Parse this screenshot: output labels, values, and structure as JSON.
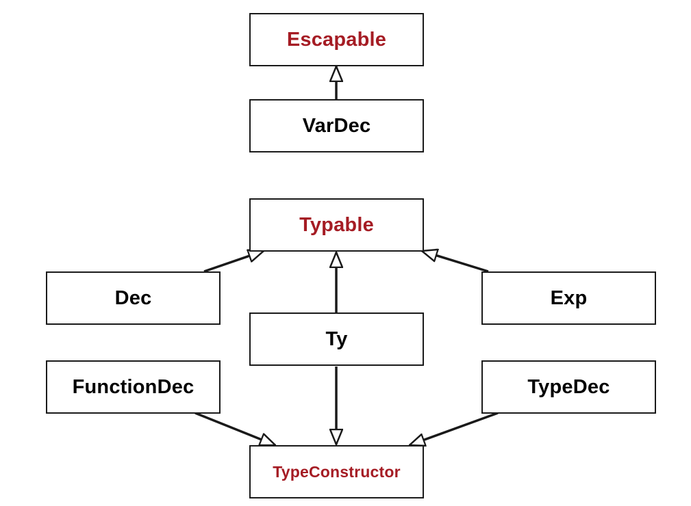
{
  "diagram": {
    "nodes": {
      "escapable": {
        "label": "Escapable"
      },
      "vardec": {
        "label": "VarDec"
      },
      "typable": {
        "label": "Typable"
      },
      "dec": {
        "label": "Dec"
      },
      "exp": {
        "label": "Exp"
      },
      "ty": {
        "label": "Ty"
      },
      "functiondec": {
        "label": "FunctionDec"
      },
      "typedec": {
        "label": "TypeDec"
      },
      "typeconstructor": {
        "label": "TypeConstructor"
      }
    },
    "edges": [
      {
        "from": "VarDec",
        "to": "Escapable",
        "head": "hollow-triangle"
      },
      {
        "from": "Dec",
        "to": "Typable",
        "head": "hollow-triangle"
      },
      {
        "from": "Ty",
        "to": "Typable",
        "head": "hollow-triangle"
      },
      {
        "from": "Exp",
        "to": "Typable",
        "head": "hollow-triangle"
      },
      {
        "from": "FunctionDec",
        "to": "TypeConstructor",
        "head": "hollow-triangle"
      },
      {
        "from": "Ty",
        "to": "TypeConstructor",
        "head": "hollow-triangle"
      },
      {
        "from": "TypeDec",
        "to": "TypeConstructor",
        "head": "hollow-triangle"
      }
    ],
    "colors": {
      "interface_text": "#a51c24",
      "class_text": "#000000",
      "line": "#1a1a1a"
    }
  }
}
